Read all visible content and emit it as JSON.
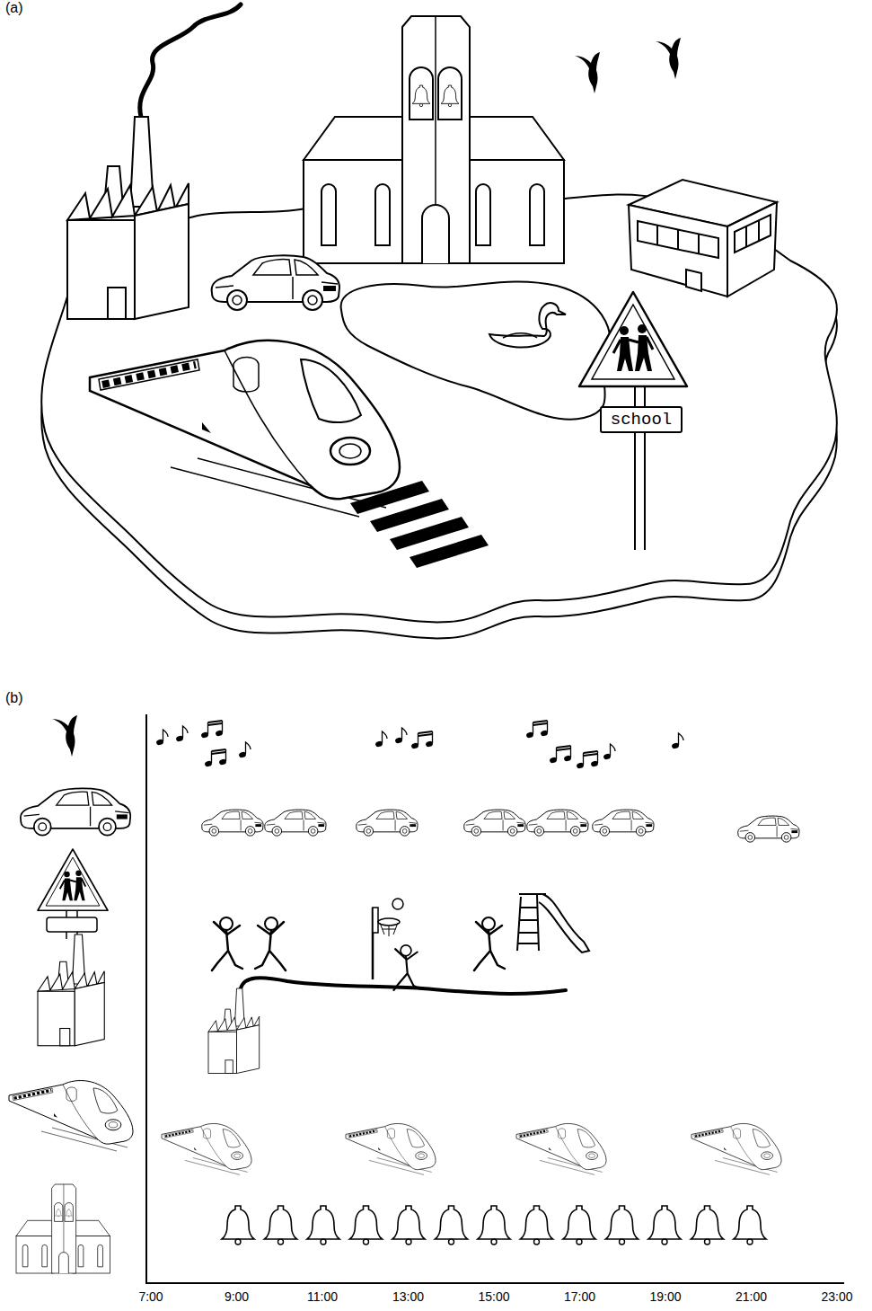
{
  "diagram": {
    "nodes": [
      {
        "text": [
          "school"
        ]
      }
    ],
    "labels": [
      "(a)",
      "(b)",
      "7:00",
      "9:00",
      "11:00",
      "13:00",
      "15:00",
      "17:00",
      "19:00",
      "21:00",
      "23:00"
    ]
  }
}
